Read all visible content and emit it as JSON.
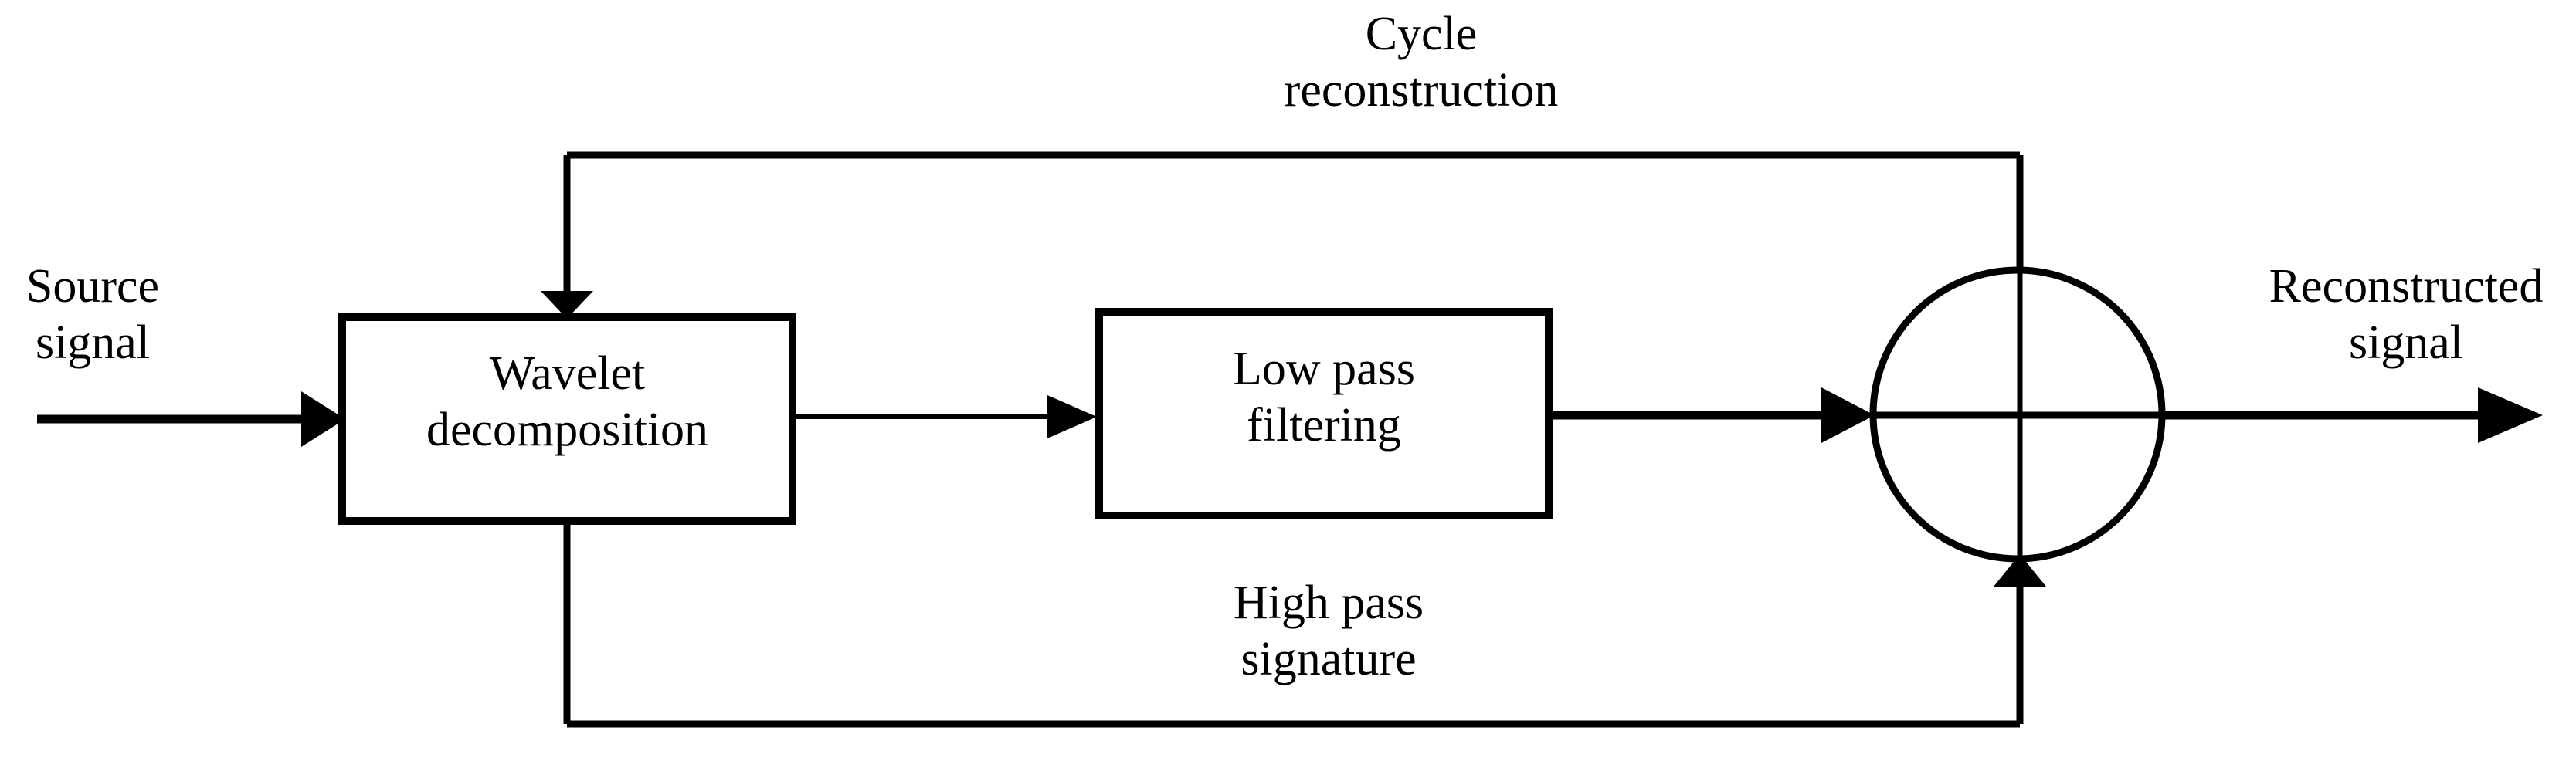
{
  "diagram": {
    "title": "Wavelet decomposition signal reconstruction block diagram",
    "stroke_color": "#000000",
    "background_color": "#ffffff",
    "blocks": [
      {
        "id": "wavelet-decomposition",
        "line1": "Wavelet",
        "line2": "decomposition",
        "shape": "rectangle"
      },
      {
        "id": "low-pass-filtering",
        "line1": "Low pass",
        "line2": "filtering",
        "shape": "rectangle"
      },
      {
        "id": "summing-junction",
        "line1": "",
        "line2": "",
        "shape": "circle"
      }
    ],
    "labels": {
      "source_signal_line1": "Source",
      "source_signal_line2": "signal",
      "reconstructed_signal_line1": "Reconstructed",
      "reconstructed_signal_line2": "signal",
      "cycle_reconstruction_line1": "Cycle",
      "cycle_reconstruction_line2": "reconstruction",
      "high_pass_signature_line1": "High pass",
      "high_pass_signature_line2": "signature"
    },
    "connections": [
      {
        "id": "source-to-wavelet",
        "from": "source signal",
        "to": "wavelet-decomposition",
        "direction": "right",
        "arrowhead": true
      },
      {
        "id": "wavelet-to-lowpass",
        "from": "wavelet-decomposition",
        "to": "low-pass-filtering",
        "direction": "right",
        "arrowhead": true
      },
      {
        "id": "lowpass-to-sum",
        "from": "low-pass-filtering",
        "to": "summing-junction",
        "direction": "right",
        "arrowhead": true
      },
      {
        "id": "sum-to-output",
        "from": "summing-junction",
        "to": "reconstructed signal",
        "direction": "right",
        "arrowhead": true
      },
      {
        "id": "cycle-reconstruction-feedback",
        "from": "summing-junction",
        "to": "wavelet-decomposition",
        "direction": "down",
        "arrowhead": true
      },
      {
        "id": "high-pass-signature-path",
        "from": "wavelet-decomposition",
        "to": "summing-junction",
        "direction": "up",
        "arrowhead": true
      }
    ]
  }
}
